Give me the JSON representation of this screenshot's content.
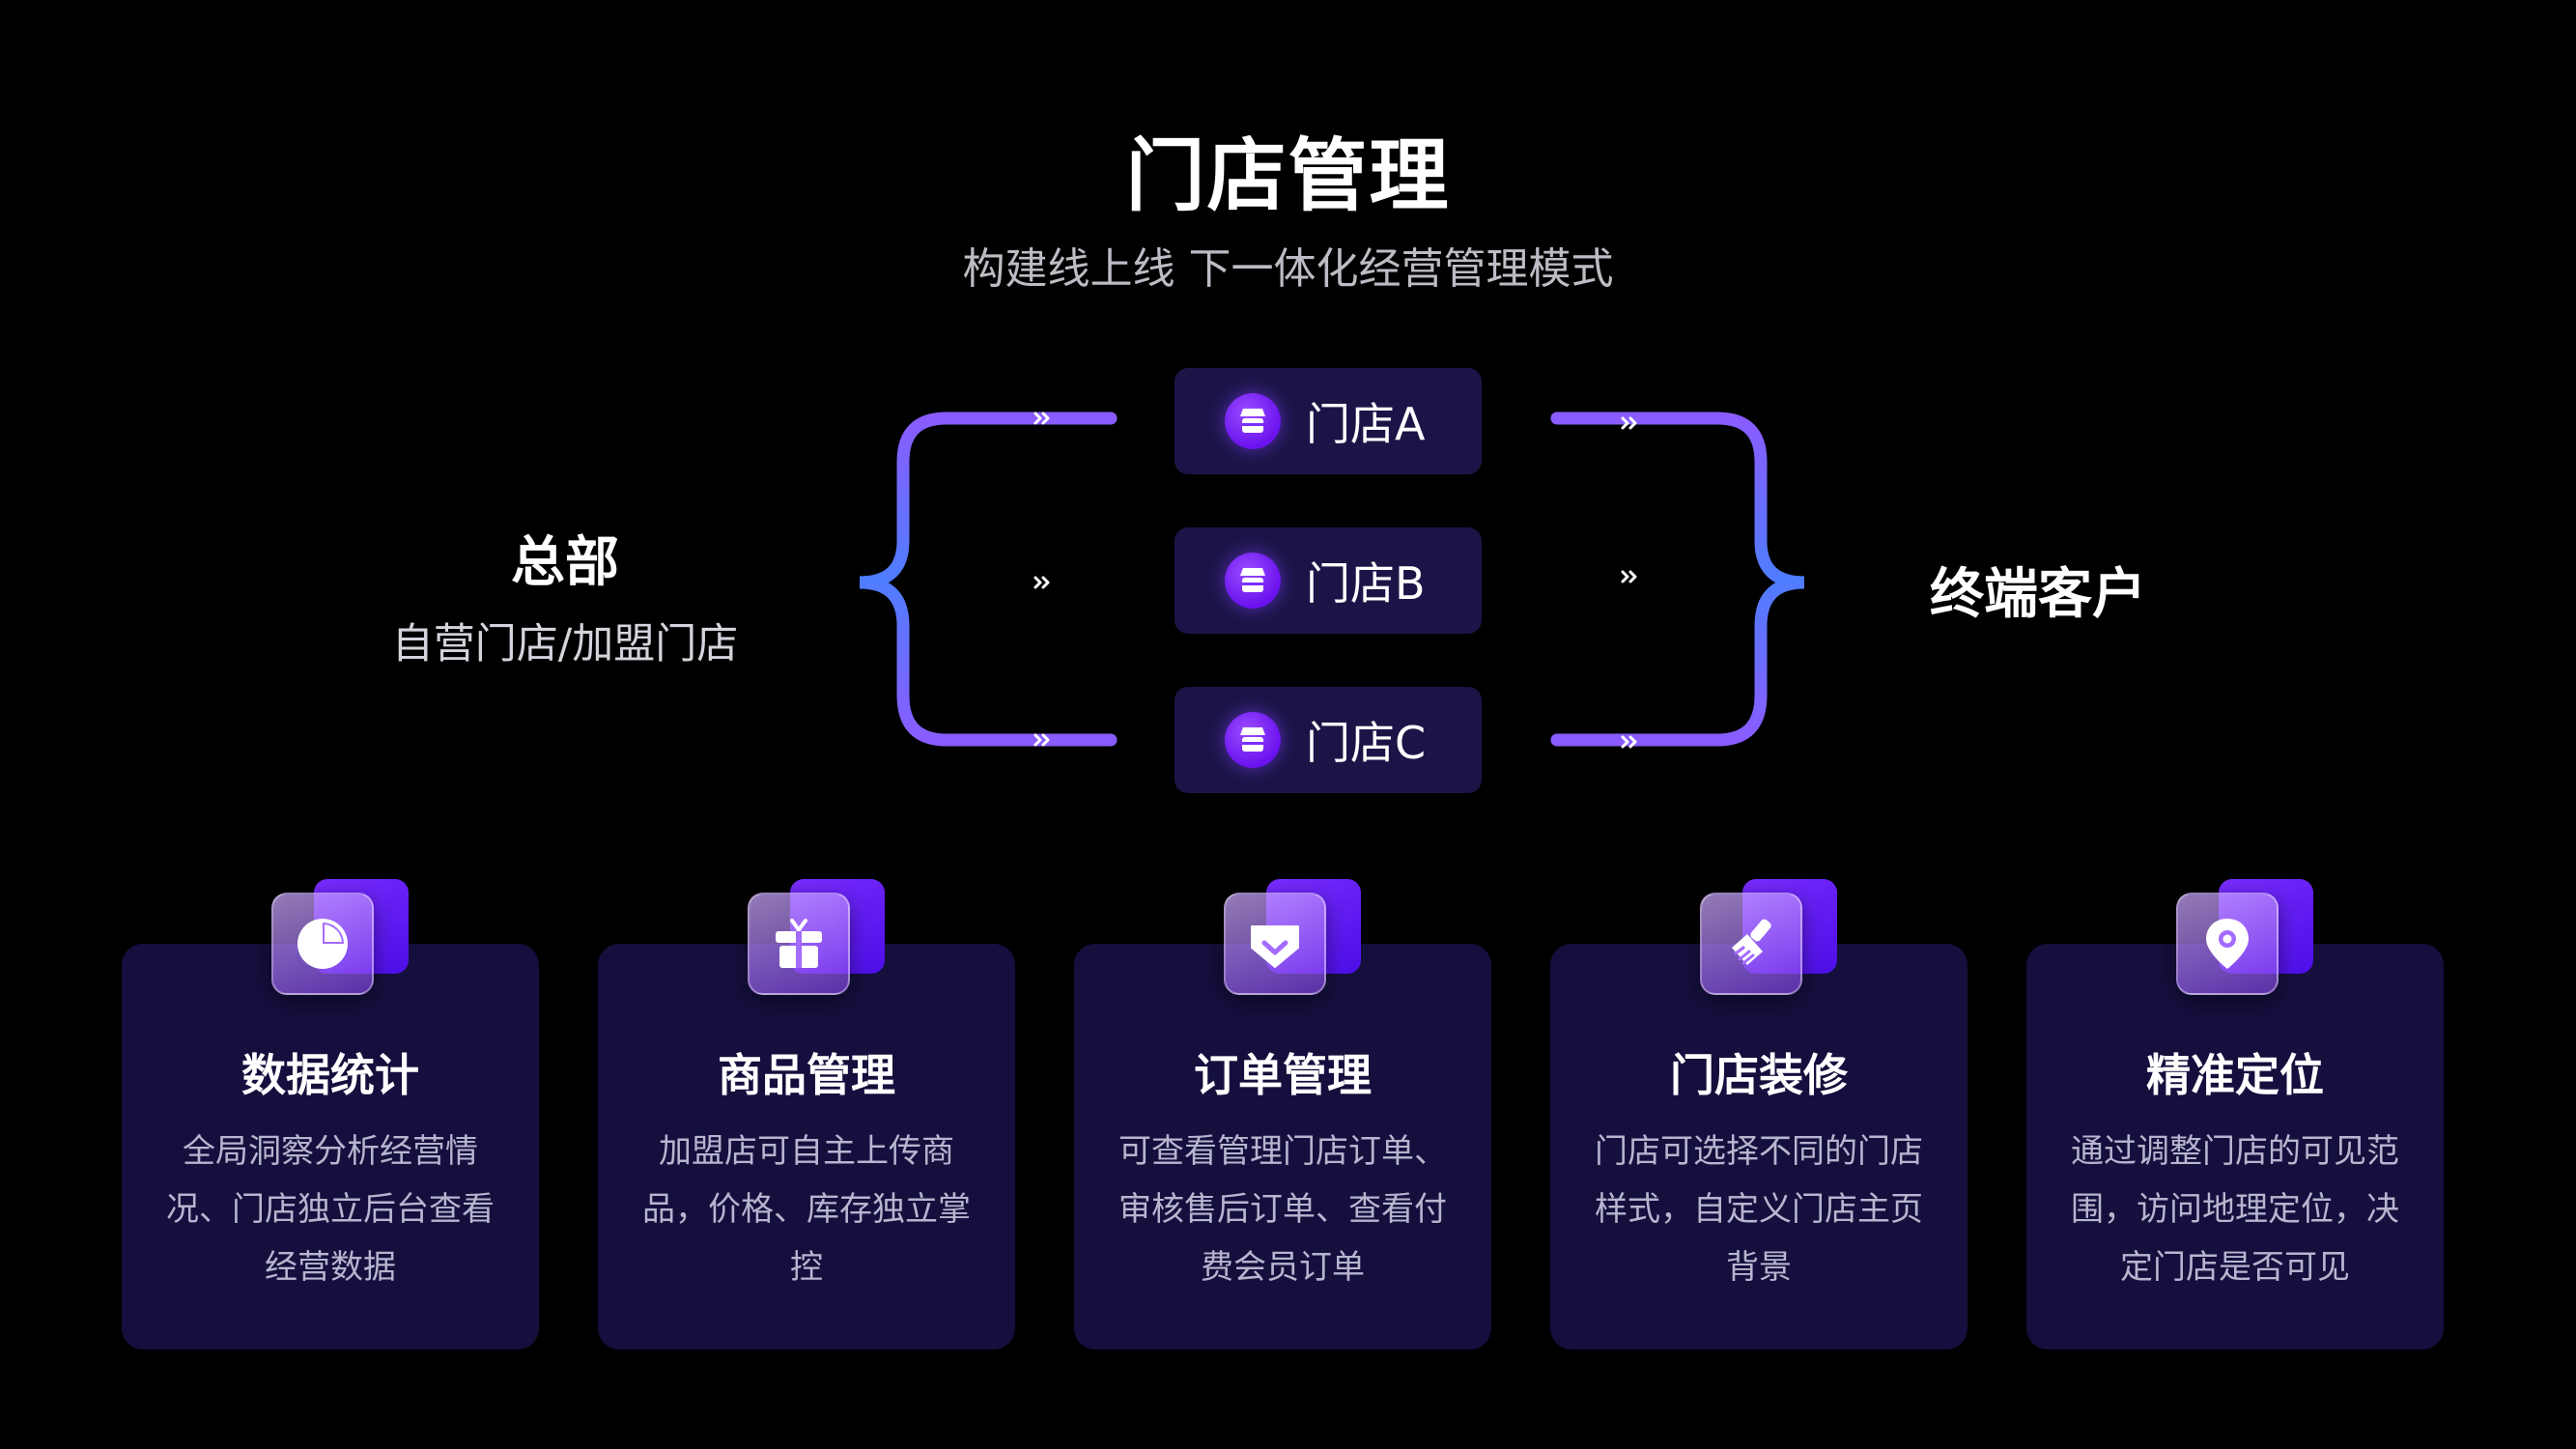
{
  "header": {
    "title": "门店管理",
    "subtitle": "构建线上线 下一体化经营管理模式"
  },
  "hq": {
    "title": "总部",
    "subtitle": "自营门店/加盟门店"
  },
  "client": {
    "title": "终端客户"
  },
  "stores": [
    {
      "label": "门店A",
      "icon": "store-icon"
    },
    {
      "label": "门店B",
      "icon": "store-icon"
    },
    {
      "label": "门店C",
      "icon": "store-icon"
    }
  ],
  "features": [
    {
      "title": "数据统计",
      "description": "全局洞察分析经营情况、门店独立后台查看经营数据",
      "icon": "pie-chart-icon"
    },
    {
      "title": "商品管理",
      "description": "加盟店可自主上传商品，价格、库存独立掌控",
      "icon": "gift-icon"
    },
    {
      "title": "订单管理",
      "description": "可查看管理门店订单、审核售后订单、查看付费会员订单",
      "icon": "coupon-icon"
    },
    {
      "title": "门店装修",
      "description": "门店可选择不同的门店样式，自定义门店主页背景",
      "icon": "brush-icon"
    },
    {
      "title": "精准定位",
      "description": "通过调整门店的可见范围，访问地理定位，决定门店是否可见",
      "icon": "location-pin-icon"
    }
  ],
  "colors": {
    "background": "#000000",
    "card": "#140f3d",
    "store_box": "#1b1547",
    "accent_purple": "#7a2dff",
    "accent_blue": "#5b7cff"
  }
}
